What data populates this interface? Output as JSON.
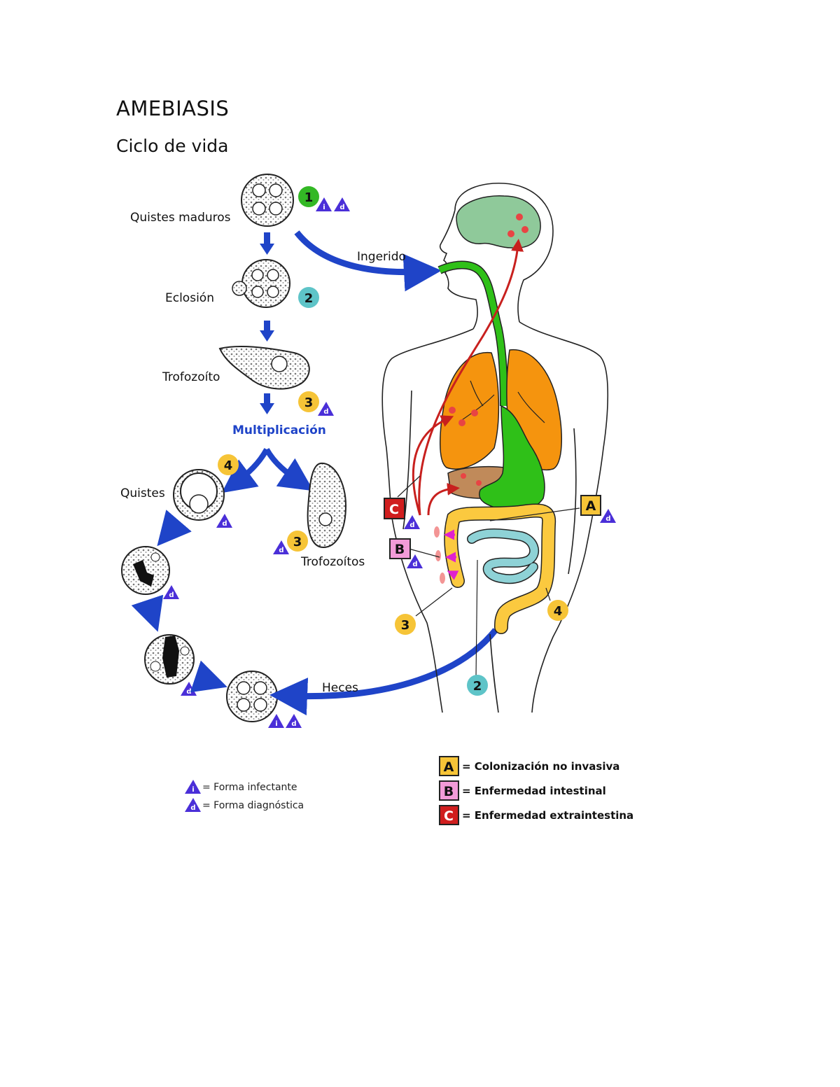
{
  "header": {
    "title": "AMEBIASIS",
    "subtitle": "Ciclo de vida"
  },
  "cycle": {
    "quistes_maduros": "Quistes maduros",
    "eclosion": "Eclosión",
    "trofozoito": "Trofozoíto",
    "multiplicacion": "Multiplicación",
    "quistes": "Quistes",
    "trofozoitos": "Trofozoítos",
    "ingerido": "Ingerido",
    "heces": "Heces"
  },
  "markers": {
    "i": "i",
    "d": "d",
    "one": "1",
    "two": "2",
    "three": "3",
    "four": "4",
    "a": "A",
    "b": "B",
    "c": "C"
  },
  "legend": {
    "infectante": "= Forma infectante",
    "diagnostica": "= Forma diagnóstica",
    "a_text": "= Colonización no invasiva",
    "b_text": "= Enfermedad intestinal",
    "c_text": "= Enfermedad extraintestina"
  },
  "colors": {
    "blue_arrow": "#1f44c8",
    "green_marker": "#33b825",
    "teal_marker": "#5ec4c8",
    "yellow_marker": "#f6c437",
    "triangle": "#4a2fd8",
    "lungs": "#f5940e",
    "liver": "#c08a5a",
    "stomach_esophagus": "#2fc018",
    "colon": "#fbc93f",
    "small_intestine": "#8ed2d6",
    "brain": "#8fc99a",
    "box_a": "#f6c437",
    "box_b": "#f29bd8",
    "box_c": "#d01e1e",
    "red_arrow": "#c8201e"
  }
}
